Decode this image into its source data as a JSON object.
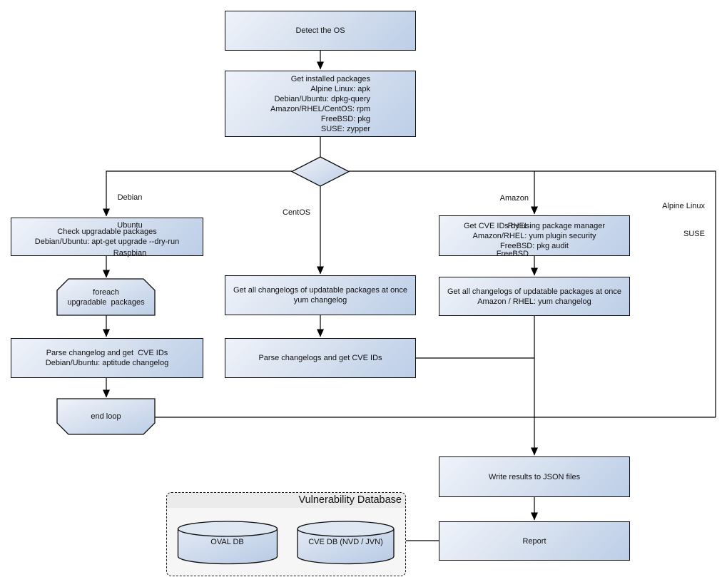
{
  "colors": {
    "node_fill_light": "#eff3fa",
    "node_fill_dark": "#bccee7",
    "stroke": "#0d0d0d",
    "connector": "#000000",
    "container_fill": "#f6f6f6",
    "container_header_fill": "#ebebeb",
    "background": "#ffffff"
  },
  "nodes": {
    "detect_os": {
      "label": "Detect the OS"
    },
    "get_installed_packages": {
      "lines": [
        "Get installed packages",
        "Alpine Linux: apk",
        "Debian/Ubuntu: dpkg-query",
        "Amazon/RHEL/CentOS: rpm",
        "FreeBSD: pkg",
        "SUSE: zypper"
      ]
    },
    "check_upgradable_packages": {
      "lines": [
        "Check upgradable packages",
        "Debian/Ubuntu: apt-get upgrade --dry-run"
      ]
    },
    "foreach_upgradable_packages": {
      "lines": [
        "foreach",
        "upgradable  packages"
      ]
    },
    "parse_changelog_deb": {
      "lines": [
        "Parse changelog and get  CVE IDs",
        "Debian/Ubuntu: aptitude changelog"
      ]
    },
    "end_loop": {
      "label": "end loop"
    },
    "get_changelogs_yum": {
      "lines": [
        "Get all changelogs of updatable packages at once",
        "yum changelog"
      ]
    },
    "parse_changelogs": {
      "label": "Parse changelogs and get CVE IDs"
    },
    "get_cve_ids_pkg_mgr": {
      "lines": [
        "Get CVE IDs by using package manager",
        "Amazon/RHEL: yum plugin security",
        "FreeBSD: pkg audit"
      ]
    },
    "get_changelogs_amazon": {
      "lines": [
        "Get all changelogs of updatable packages at once",
        "Amazon / RHEL: yum changelog"
      ]
    },
    "write_results": {
      "label": "Write results to JSON files"
    },
    "report": {
      "label": "Report"
    }
  },
  "branch_labels": {
    "debian_path": [
      "Debian",
      "Ubuntu",
      "Raspbian"
    ],
    "centos_path": "CentOS",
    "amazon_path": [
      "Amazon",
      "RHEL",
      "FreeBSD"
    ],
    "alpine_path": [
      "Alpine Linux",
      "SUSE"
    ]
  },
  "database": {
    "title": "Vulnerability Database",
    "cylinders": [
      "OVAL DB",
      "CVE DB (NVD / JVN)"
    ]
  }
}
